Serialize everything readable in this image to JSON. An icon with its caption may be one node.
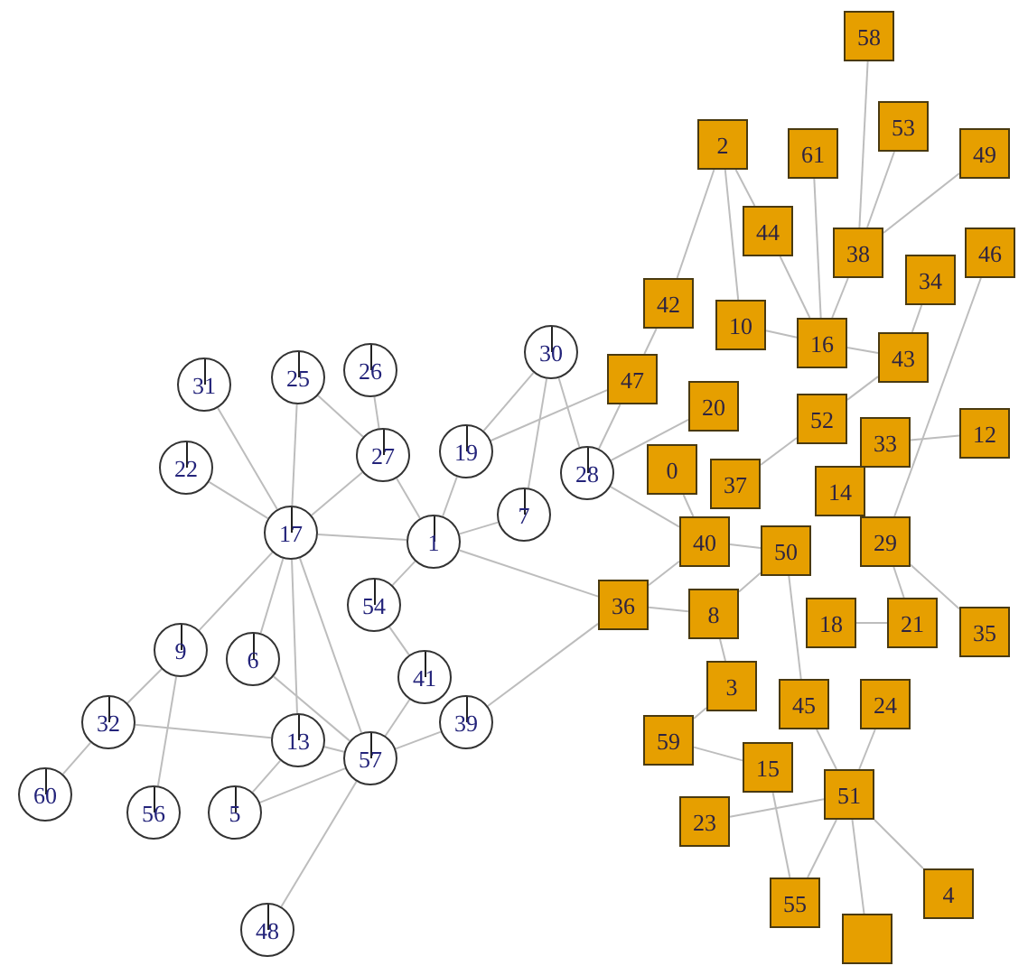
{
  "diagram": {
    "nodes": [
      {
        "text": [
          "58"
        ]
      },
      {
        "text": [
          "2"
        ]
      },
      {
        "text": [
          "53"
        ]
      },
      {
        "text": [
          "61"
        ]
      },
      {
        "text": [
          "49"
        ]
      },
      {
        "text": [
          "44"
        ]
      },
      {
        "text": [
          "46"
        ]
      },
      {
        "text": [
          "38"
        ]
      },
      {
        "text": [
          "34"
        ]
      },
      {
        "text": [
          "42"
        ]
      },
      {
        "text": [
          "10"
        ]
      },
      {
        "text": [
          "43"
        ]
      },
      {
        "text": [
          "47"
        ]
      },
      {
        "text": [
          "16"
        ]
      },
      {
        "text": [
          "31"
        ]
      },
      {
        "text": [
          "25"
        ]
      },
      {
        "text": [
          "26"
        ]
      },
      {
        "text": [
          "30"
        ]
      },
      {
        "text": [
          "20"
        ]
      },
      {
        "text": [
          "52"
        ]
      },
      {
        "text": [
          "33"
        ]
      },
      {
        "text": [
          "12"
        ]
      },
      {
        "text": [
          "0"
        ]
      },
      {
        "text": [
          "37"
        ]
      },
      {
        "text": [
          "14"
        ]
      },
      {
        "text": [
          "22"
        ]
      },
      {
        "text": [
          "27"
        ]
      },
      {
        "text": [
          "19"
        ]
      },
      {
        "text": [
          "28"
        ]
      },
      {
        "text": [
          "7"
        ]
      },
      {
        "text": [
          "40"
        ]
      },
      {
        "text": [
          "50"
        ]
      },
      {
        "text": [
          "17"
        ]
      },
      {
        "text": [
          "1"
        ]
      },
      {
        "text": [
          "29"
        ]
      },
      {
        "text": [
          "8"
        ]
      },
      {
        "text": [
          "54"
        ]
      },
      {
        "text": [
          "36"
        ]
      },
      {
        "text": [
          "21"
        ]
      },
      {
        "text": [
          "35"
        ]
      },
      {
        "text": [
          "3"
        ]
      },
      {
        "text": [
          "18"
        ]
      },
      {
        "text": [
          "41"
        ]
      },
      {
        "text": [
          "6"
        ]
      },
      {
        "text": [
          "45"
        ]
      },
      {
        "text": [
          "9"
        ]
      },
      {
        "text": [
          "24"
        ]
      },
      {
        "text": [
          "13"
        ]
      },
      {
        "text": [
          "15"
        ]
      },
      {
        "text": [
          "59"
        ]
      },
      {
        "text": [
          "39"
        ]
      },
      {
        "text": [
          "32"
        ]
      },
      {
        "text": [
          "57"
        ]
      },
      {
        "text": [
          "51"
        ]
      },
      {
        "text": [
          "60"
        ]
      },
      {
        "text": [
          "23"
        ]
      },
      {
        "text": [
          "56"
        ]
      },
      {
        "text": [
          "5"
        ]
      },
      {
        "text": [
          "55"
        ]
      },
      {
        "text": [
          "4"
        ]
      },
      {
        "text": [
          "48"
        ]
      },
      {
        "text": [],
        "shape": "box"
      }
    ],
    "edges": [
      {
        "from": 14,
        "to": 32,
        "arrow": "none"
      },
      {
        "from": 25,
        "to": 32,
        "arrow": "none"
      },
      {
        "from": 15,
        "to": 32,
        "arrow": "none"
      },
      {
        "from": 32,
        "to": 26,
        "arrow": "none"
      },
      {
        "from": 32,
        "to": 33,
        "arrow": "none"
      },
      {
        "from": 15,
        "to": 26,
        "arrow": "none"
      },
      {
        "from": 16,
        "to": 26,
        "arrow": "none"
      },
      {
        "from": 26,
        "to": 33,
        "arrow": "none"
      },
      {
        "from": 27,
        "to": 33,
        "arrow": "none"
      },
      {
        "from": 27,
        "to": 17,
        "arrow": "none"
      },
      {
        "from": 17,
        "to": 29,
        "arrow": "none"
      },
      {
        "from": 17,
        "to": 28,
        "arrow": "none"
      },
      {
        "from": 29,
        "to": 33,
        "arrow": "none"
      },
      {
        "from": 33,
        "to": 37,
        "arrow": "none"
      },
      {
        "from": 33,
        "to": 36,
        "arrow": "none"
      },
      {
        "from": 32,
        "to": 43,
        "arrow": "none"
      },
      {
        "from": 32,
        "to": 45,
        "arrow": "none"
      },
      {
        "from": 32,
        "to": 47,
        "arrow": "none"
      },
      {
        "from": 32,
        "to": 52,
        "arrow": "none"
      },
      {
        "from": 36,
        "to": 42,
        "arrow": "none"
      },
      {
        "from": 42,
        "to": 52,
        "arrow": "none"
      },
      {
        "from": 43,
        "to": 52,
        "arrow": "none"
      },
      {
        "from": 47,
        "to": 52,
        "arrow": "none"
      },
      {
        "from": 45,
        "to": 51,
        "arrow": "none"
      },
      {
        "from": 47,
        "to": 51,
        "arrow": "none"
      },
      {
        "from": 54,
        "to": 51,
        "arrow": "none"
      },
      {
        "from": 56,
        "to": 45,
        "arrow": "none"
      },
      {
        "from": 57,
        "to": 47,
        "arrow": "none"
      },
      {
        "from": 52,
        "to": 57,
        "arrow": "none"
      },
      {
        "from": 52,
        "to": 50,
        "arrow": "none"
      },
      {
        "from": 52,
        "to": 60,
        "arrow": "none"
      },
      {
        "from": 50,
        "to": 37,
        "arrow": "none"
      },
      {
        "from": 1,
        "to": 5,
        "arrow": "none"
      },
      {
        "from": 1,
        "to": 9,
        "arrow": "none"
      },
      {
        "from": 1,
        "to": 10,
        "arrow": "none"
      },
      {
        "from": 5,
        "to": 13,
        "arrow": "none"
      },
      {
        "from": 0,
        "to": 7,
        "arrow": "none"
      },
      {
        "from": 2,
        "to": 7,
        "arrow": "none"
      },
      {
        "from": 4,
        "to": 7,
        "arrow": "none"
      },
      {
        "from": 6,
        "to": 34,
        "arrow": "none"
      },
      {
        "from": 12,
        "to": 28,
        "arrow": "none"
      },
      {
        "from": 12,
        "to": 27,
        "arrow": "none"
      },
      {
        "from": 28,
        "to": 18,
        "arrow": "none"
      },
      {
        "from": 30,
        "to": 28,
        "arrow": "none"
      },
      {
        "from": 37,
        "to": 35,
        "arrow": "none"
      },
      {
        "from": 21,
        "to": 20,
        "arrow": "none"
      },
      {
        "from": 34,
        "to": 39,
        "arrow": "none"
      },
      {
        "from": 53,
        "to": 55,
        "arrow": "none"
      },
      {
        "from": 53,
        "to": 58,
        "arrow": "none"
      },
      {
        "from": 53,
        "to": 59,
        "arrow": "none"
      },
      {
        "from": 53,
        "to": 61,
        "arrow": "none"
      },
      {
        "from": 48,
        "to": 58,
        "arrow": "none"
      },
      {
        "from": 46,
        "to": 53,
        "arrow": "none"
      },
      {
        "from": 44,
        "to": 53,
        "arrow": "none"
      },
      {
        "from": 9,
        "to": 12,
        "arrow": "none"
      },
      {
        "from": 10,
        "to": 13,
        "arrow": "none"
      },
      {
        "from": 13,
        "to": 11,
        "arrow": "none"
      },
      {
        "from": 7,
        "to": 13,
        "arrow": "none"
      },
      {
        "from": 19,
        "to": 23,
        "arrow": "none"
      },
      {
        "from": 22,
        "to": 30,
        "arrow": "none"
      },
      {
        "from": 30,
        "to": 31,
        "arrow": "none"
      },
      {
        "from": 31,
        "to": 44,
        "arrow": "none"
      },
      {
        "from": 35,
        "to": 40,
        "arrow": "none"
      },
      {
        "from": 40,
        "to": 49,
        "arrow": "none"
      },
      {
        "from": 49,
        "to": 48,
        "arrow": "none"
      },
      {
        "from": 38,
        "to": 41,
        "arrow": "none"
      },
      {
        "from": 34,
        "to": 38,
        "arrow": "none"
      },
      {
        "from": 37,
        "to": 30,
        "arrow": "none"
      },
      {
        "from": 35,
        "to": 31,
        "arrow": "none"
      },
      {
        "from": 3,
        "to": 13,
        "arrow": "none"
      },
      {
        "from": 11,
        "to": 19,
        "arrow": "none"
      },
      {
        "from": 8,
        "to": 11,
        "arrow": "none"
      }
    ]
  }
}
